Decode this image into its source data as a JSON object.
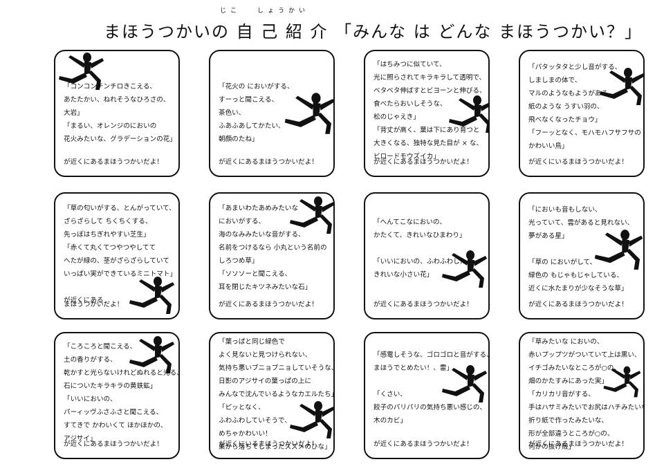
{
  "header": {
    "title": "まほうつかいの 自 己 紹 介 「みんな は どんな まほうつかい？」",
    "ruby_jiko": "じこ",
    "ruby_shokai": "しょうかい"
  },
  "cards": [
    {
      "lines": [
        "「コンコンチンチロきこえる、",
        "あたたかい、ねれそうなひろさの、",
        "大岩」",
        "「まるい、オレンジのにおいの",
        "花火みたいな、グラデーションの花」"
      ],
      "footer": "が近くにあるまほうつかいだよ！"
    },
    {
      "lines": [
        "「花火の においがする、",
        "すーっと聞こえる、",
        "茶色い、",
        "ふあふあしてかたい、",
        "朝顔のたね」"
      ],
      "footer": "が近くにあるまほうつかいだよ！"
    },
    {
      "lines": [
        "「はちみつに似ていて、",
        "光に照らされてキラキラして透明で、",
        "ベタベタ伸ばすとビヨーンと伸びる、",
        "食べたらおいしそうな、",
        "松のじゃえき」",
        "「背丈が高く、葉は下にあり育つと",
        "大きくなる、独特な見た目が × な、",
        "ビロードモウズイカ」"
      ],
      "footer": "が近くにあるまほうつかいだよ！"
    },
    {
      "lines": [
        "「パタッタタと少し音がする、",
        "しましまの体で、",
        "マルのようなもようがある",
        "紙のような うすい羽の、",
        "飛べなくなったチョウ」",
        "「フーッとなく、モハモハフサフサの",
        "かわいい鳥」"
      ],
      "footer": "が近くにいるまほうつかいだよ！"
    },
    {
      "lines": [
        "「草の匂いがする、とんがっていて、",
        "ざらざらして ちくちくする、",
        "先っぽはちぎれやすい芝生」",
        "「赤くて丸くてつやつやしてて",
        "へたが緑の、茎がざらざらしていて",
        "いっぱい実ができているミニトマト」",
        "",
        "が近くにある"
      ],
      "footer": "まほうつかいだよ！"
    },
    {
      "lines": [
        "「あまいわたあめみたいな",
        "においがする、",
        "海のなみみたいな音がする、",
        "名前をつけるなら 小丸という名前の",
        "しろつめ草」",
        "「ソソソーと聞こえる、",
        "耳を閉じたキツネみたいな石」"
      ],
      "footer": "が近くにあるまほうつかいだよ！"
    },
    {
      "lines": [
        "「へんてこなにおいの、",
        "かたくて、きれいなひまわり」",
        "",
        "「いいにおいの、ふわふわした、",
        "きれいな小さい花」"
      ],
      "footer": "が近くにあるまほうつかいだよ！"
    },
    {
      "lines": [
        "「においも音もしない、",
        "光っていて、雲があると見れない、",
        "夢がある星」",
        "",
        "「草の においがして、",
        "緑色の もじゃもじゃしている、",
        "近くに水たまりが少なそうな草」"
      ],
      "footer": "が近くにあるまほうつかいだよ！"
    },
    {
      "lines": [
        "「ころころと聞こえる、",
        "土の香りがする、",
        "乾かすと光らないけれどぬれると光る、",
        "石についたキラキラの黄鉄鉱」",
        "「いいにおいの、",
        "パーィッヴふさふさと聞こえる、",
        "すてきで かわいくて ほかほかの、",
        "アジサイ」"
      ],
      "footer": "が近くにあるまほうつかいだよ！"
    },
    {
      "lines": [
        "「葉っぱと同じ緑色で",
        "よく見ないと見つけられない、",
        "気持ち悪いブニョブニョしていそうな、",
        "日影のアジサイの葉っぱの上に",
        "みんなで沈んでいるようなカエルたち」",
        "「ピッとなく、",
        "ふわふわしていそうで、",
        "めちゃかわいい！",
        "巣から落ちてしまったスズメのひな」"
      ],
      "footer": "が近くにいるまほうつかいだよ！"
    },
    {
      "lines": [
        "「感電しそうな、ゴロゴロと音がする、",
        "まほうでとめたい！、雷」",
        "",
        "「くさい、",
        "餃子のパリパリの気持ち悪い感じの、",
        "木のカビ」"
      ],
      "footer": "が近くにあるまほうつかいだよ！"
    },
    {
      "lines": [
        "「草みたいな においの、",
        "赤いプップツがついていて上は黒い、",
        "イチゴみたいなところが○の、",
        "畑のかたすみにあった実」",
        "「カリカリ音がする、",
        "手はハサミみたいでお尻はハチみたいな",
        "折り紙で作ったみたいな、",
        "形が全部違うところが○の、",
        "何かの抜け殻」"
      ],
      "footer": "が近くにあるまほうつかいだよ！"
    }
  ]
}
